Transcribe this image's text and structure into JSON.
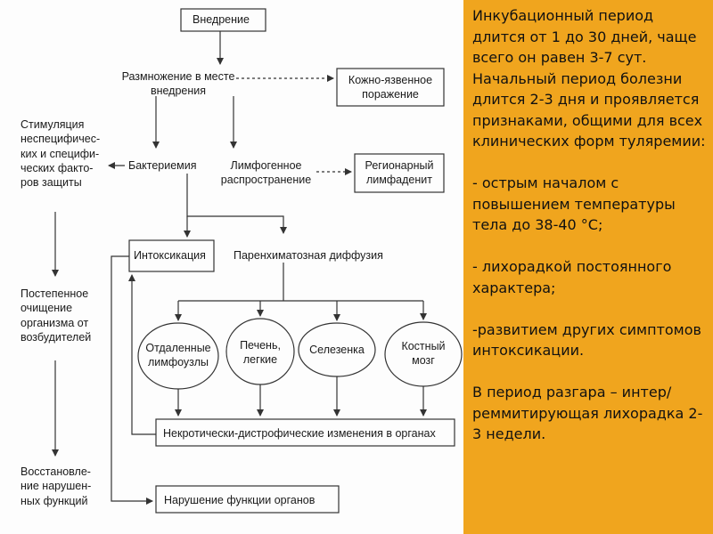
{
  "colors": {
    "panel_bg": "#f0a51e",
    "text": "#111111",
    "line": "#333333"
  },
  "diagram": {
    "nodes": {
      "vnedrenie": "Внедрение",
      "razmnozhenie_l1": "Размножение в месте",
      "razmnozhenie_l2": "внедрения",
      "kozhno_l1": "Кожно-язвенное",
      "kozhno_l2": "поражение",
      "bakteriemiya": "Бактериемия",
      "limfogennoe_l1": "Лимфогенное",
      "limfogennoe_l2": "распространение",
      "regionarny_l1": "Регионарный",
      "regionarny_l2": "лимфаденит",
      "intoksikaciya": "Интоксикация",
      "parenhimatoznaya": "Паренхиматозная диффузия",
      "otdalennye_l1": "Отдаленные",
      "otdalennye_l2": "лимфоузлы",
      "pechen_l1": "Печень,",
      "pechen_l2": "легкие",
      "selezenka": "Селезенка",
      "kostny_l1": "Костный",
      "kostny_l2": "мозг",
      "nekroticheski": "Некротически-дистрофические изменения в органах",
      "narushenie": "Нарушение функции органов"
    },
    "side": {
      "stimulyaciya": [
        "Стимуляция",
        "неспецифичес-",
        "ких и специфи-",
        "ческих факто-",
        "ров защиты"
      ],
      "postepennoe": [
        "Постепенное",
        "очищение",
        "организма от",
        "возбудителей"
      ],
      "vosstanovlenie": [
        "Восстановле-",
        "ние нарушен-",
        "ных функций"
      ]
    }
  },
  "note": {
    "text": "Инкубационный период длится от 1 до 30 дней, чаще всего он равен 3-7 сут. Начальный период болезни длится 2-3 дня и проявляется признаками, общими для всех клинических форм туляремии:\n\n- острым началом с повышением температуры тела до 38-40 °С;\n\n- лихорадкой постоянного характера;\n\n-развитием других симптомов интоксикации.\n\nВ период разгара – интер/реммитирующая лихорадка 2-3 недели."
  }
}
